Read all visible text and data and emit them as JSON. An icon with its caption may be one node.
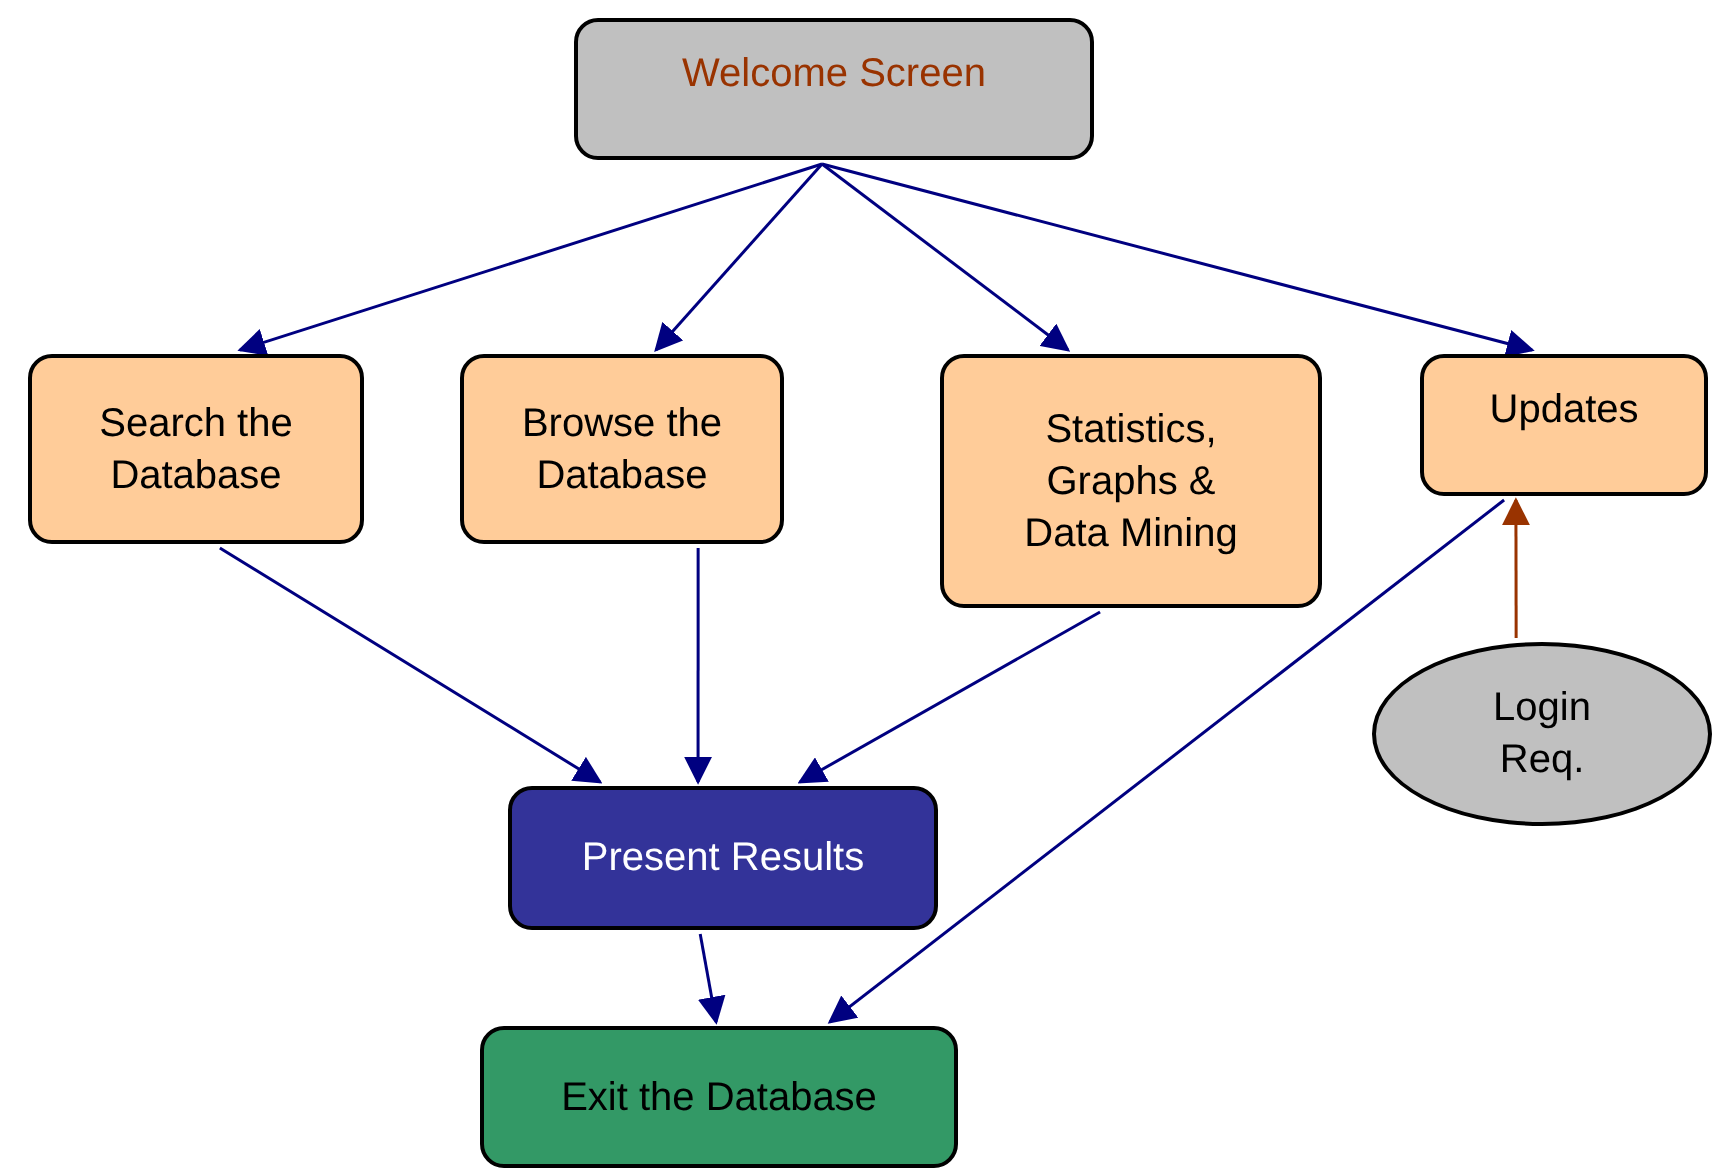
{
  "diagram": {
    "nodes": [
      {
        "text": [
          "Welcome Screen"
        ]
      },
      {
        "text": [
          "Search the Database"
        ]
      },
      {
        "text": [
          "Browse the Database"
        ]
      },
      {
        "text": [
          "Statistics, Graphs & Data Mining"
        ]
      },
      {
        "text": [
          "Updates"
        ]
      },
      {
        "text": [
          "Login Req."
        ]
      },
      {
        "text": [
          "Present Results"
        ]
      },
      {
        "text": [
          "Exit the Database"
        ]
      }
    ],
    "edges": [
      {
        "from": 0,
        "to": 1,
        "arrow": "to"
      },
      {
        "from": 0,
        "to": 2,
        "arrow": "to"
      },
      {
        "from": 0,
        "to": 3,
        "arrow": "to"
      },
      {
        "from": 0,
        "to": 4,
        "arrow": "to"
      },
      {
        "from": 1,
        "to": 6,
        "arrow": "to"
      },
      {
        "from": 2,
        "to": 6,
        "arrow": "to"
      },
      {
        "from": 3,
        "to": 6,
        "arrow": "to"
      },
      {
        "from": 4,
        "to": 7,
        "arrow": "to"
      },
      {
        "from": 6,
        "to": 7,
        "arrow": "to"
      },
      {
        "from": 5,
        "to": 4,
        "arrow": "to",
        "color": "#993300"
      }
    ]
  }
}
